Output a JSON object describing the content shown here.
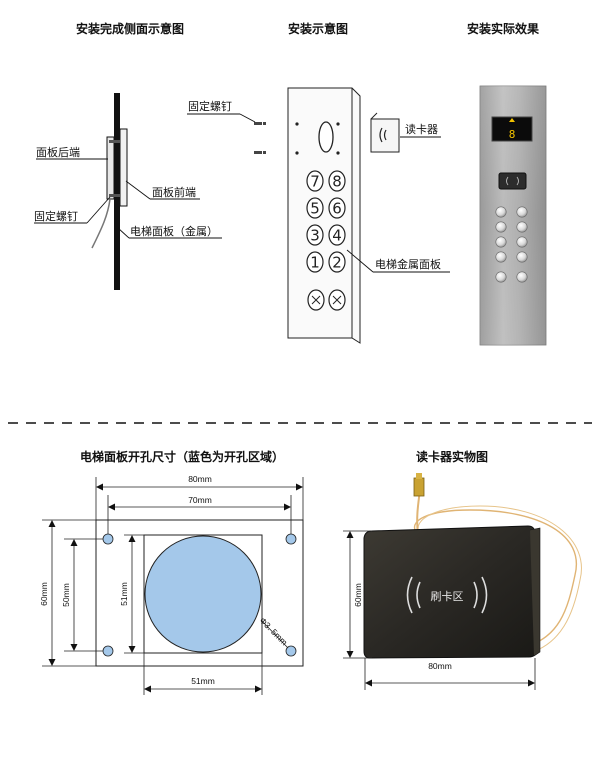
{
  "top": {
    "side_view": {
      "title": "安装完成侧面示意图",
      "labels": {
        "panel_back": "面板后端",
        "panel_front": "面板前端",
        "fixing_screw": "固定螺钉",
        "elevator_panel": "电梯面板（金属）"
      }
    },
    "install_view": {
      "title": "安装示意图",
      "labels": {
        "fixing_screw": "固定螺钉",
        "card_reader": "读卡器",
        "metal_panel": "电梯金属面板"
      },
      "keys": [
        [
          "7",
          "8"
        ],
        [
          "5",
          "6"
        ],
        [
          "3",
          "4"
        ],
        [
          "1",
          "2"
        ]
      ]
    },
    "actual_view": {
      "title": "安装实际效果",
      "floor_display": "8"
    }
  },
  "bottom": {
    "cutout": {
      "title": "电梯面板开孔尺寸（蓝色为开孔区域）",
      "dims": {
        "outer_width": "80mm",
        "hole_span": "70mm",
        "outer_height": "60mm",
        "hole_height": "50mm",
        "inner_height": "51mm",
        "inner_width": "51mm",
        "hole_diameter": "Φ3. 5mm"
      },
      "hole_color": "#a4c8ea"
    },
    "reader": {
      "title": "读卡器实物图",
      "face_label": "刷卡区",
      "dims": {
        "height": "60mm",
        "width": "80mm"
      },
      "cable_color": "#e0b474"
    }
  }
}
